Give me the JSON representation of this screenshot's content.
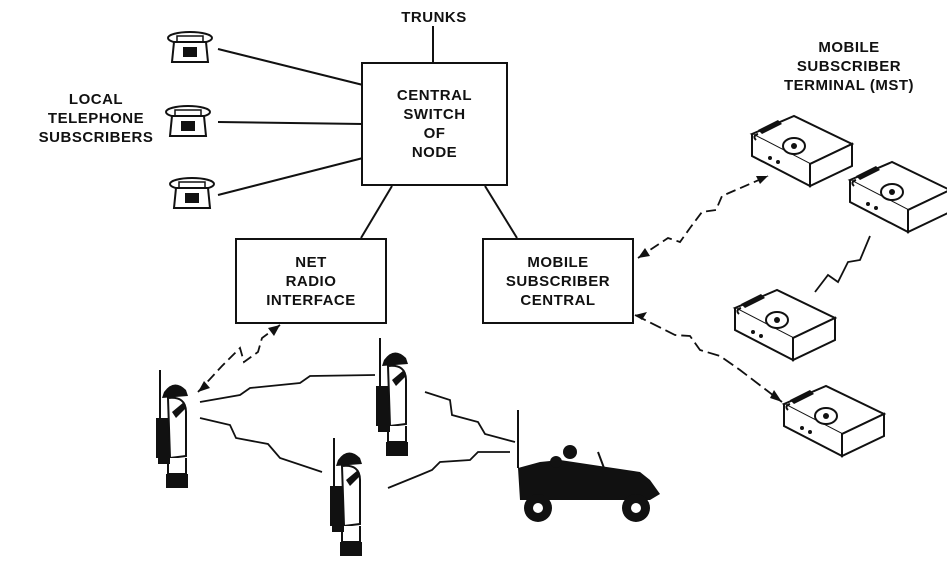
{
  "labels": {
    "trunks": "TRUNKS",
    "local_subscribers": "LOCAL\nTELEPHONE\nSUBSCRIBERS",
    "mst": "MOBILE\nSUBSCRIBER\nTERMINAL (MST)"
  },
  "boxes": {
    "central_switch": "CENTRAL\nSWITCH\nOF\nNODE",
    "net_radio": "NET\nRADIO\nINTERFACE",
    "mobile_central": "MOBILE\nSUBSCRIBER\nCENTRAL"
  },
  "icons": {
    "desk_phone": "telephone-icon",
    "mobile_terminal": "mobile-terminal-icon",
    "soldier": "soldier-radio-icon",
    "jeep": "jeep-icon"
  },
  "colors": {
    "ink": "#111111",
    "background": "#ffffff"
  }
}
